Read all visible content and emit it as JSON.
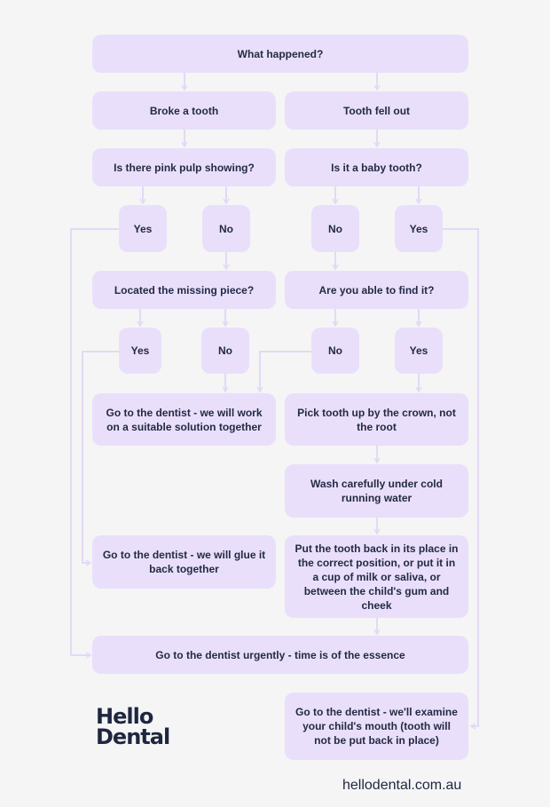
{
  "nodes": {
    "what_happened": "What happened?",
    "broke_tooth": "Broke a tooth",
    "tooth_fell_out": "Tooth fell out",
    "pink_pulp": "Is there pink pulp showing?",
    "baby_tooth": "Is it a baby tooth?",
    "pulp_yes": "Yes",
    "pulp_no": "No",
    "baby_no": "No",
    "baby_yes": "Yes",
    "located_piece": "Located the missing piece?",
    "able_to_find": "Are you able to find it?",
    "located_yes": "Yes",
    "located_no": "No",
    "find_no": "No",
    "find_yes": "Yes",
    "dentist_solution": "Go to the dentist - we will work on a suitable solution together",
    "pick_up": "Pick tooth up by the crown, not the root",
    "wash": "Wash carefully under cold running water",
    "dentist_glue": "Go to the dentist - we will glue it back together",
    "put_back": "Put the tooth back in its place in the correct position, or put it in a cup of milk or saliva, or between the child's gum and cheek",
    "dentist_urgent": "Go to the dentist urgently - time is of the essence",
    "dentist_examine": "Go to the dentist - we'll examine your child's mouth (tooth will not be put back in place)"
  },
  "brand": {
    "logo_line1": "Hello",
    "logo_line2": "Dental",
    "website": "hellodental.com.au"
  },
  "colors": {
    "box": "#e9dffb",
    "line": "#e3d9f6",
    "text": "#232a45",
    "background": "#f5f5f5"
  }
}
